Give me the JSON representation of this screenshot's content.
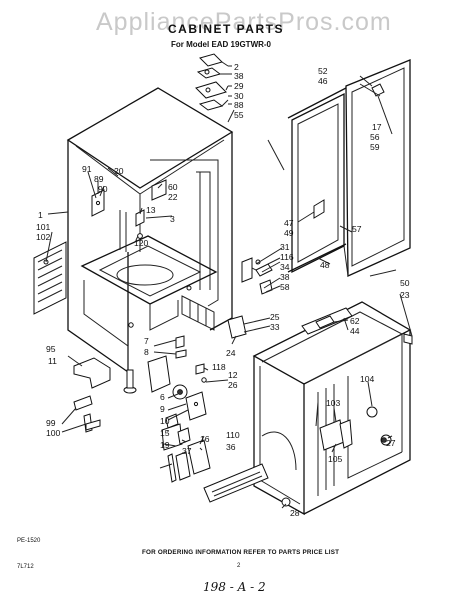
{
  "header": {
    "watermark": "AppliancePartsPros.com",
    "title": "CABINET PARTS",
    "subtitle": "For Model EAD 19GTWR-0"
  },
  "footer": {
    "note": "FOR ORDERING INFORMATION REFER TO PARTS PRICE LIST",
    "page_number": "2",
    "drawing_code": "PE-1520",
    "print_code": "7L712",
    "handwritten": "198 - A - 2"
  },
  "callouts": [
    "2",
    "38",
    "29",
    "30",
    "88",
    "55",
    "52",
    "46",
    "17",
    "56",
    "59",
    "91",
    "89",
    "90",
    "20",
    "60",
    "22",
    "13",
    "3",
    "120",
    "1",
    "101",
    "102",
    "47",
    "49",
    "57",
    "31",
    "116",
    "34",
    "38",
    "58",
    "48",
    "50",
    "23",
    "25",
    "33",
    "62",
    "44",
    "7",
    "8",
    "24",
    "118",
    "12",
    "26",
    "95",
    "11",
    "104",
    "103",
    "27",
    "105",
    "6",
    "9",
    "10",
    "15",
    "16",
    "110",
    "36",
    "19",
    "37",
    "99",
    "100",
    "28"
  ]
}
